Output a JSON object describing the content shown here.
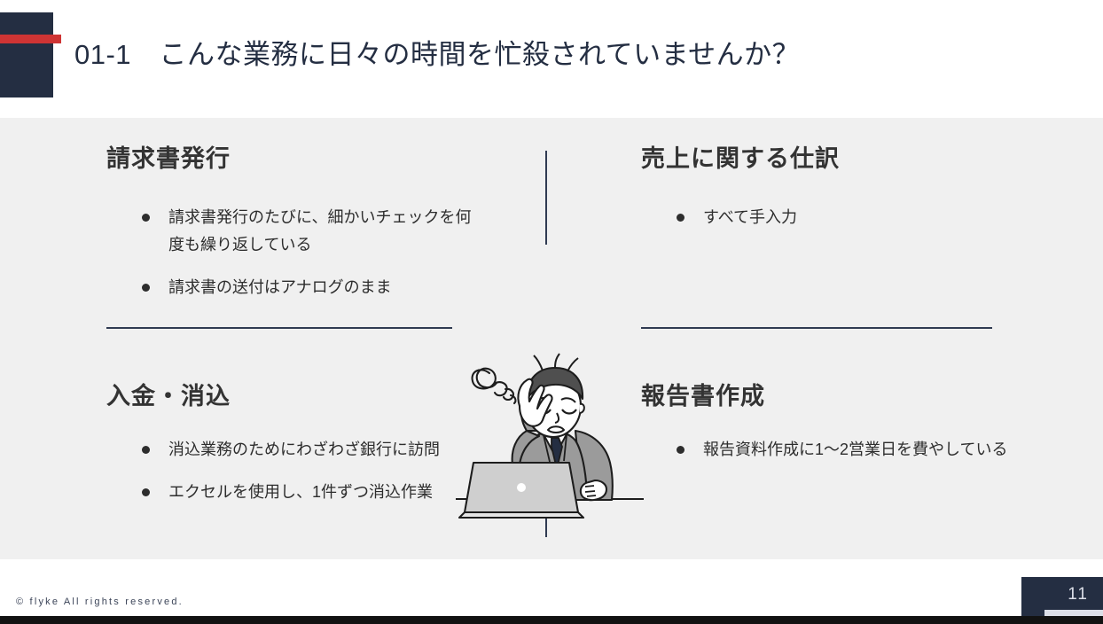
{
  "header": {
    "title": "01-1　こんな業務に日々の時間を忙殺されていませんか？",
    "logo_icon": "flyke-logo-mark",
    "colors": {
      "navy": "#242e42",
      "red": "#cf3434"
    }
  },
  "panel": {
    "background": "#f0f0f0",
    "divider_color": "#303b52"
  },
  "quadrants": [
    {
      "id": "invoice-issuance",
      "heading": "請求書発行",
      "bullets": [
        "請求書発行のたびに、細かいチェックを何度も繰り返している",
        "請求書の送付はアナログのまま"
      ]
    },
    {
      "id": "sales-journal-entries",
      "heading": "売上に関する仕訳",
      "bullets": [
        "すべて手入力"
      ]
    },
    {
      "id": "deposit-reconciliation",
      "heading": "入金・消込",
      "bullets": [
        "消込業務のためにわざわざ銀行に訪問",
        "エクセルを使用し、1件ずつ消込作業"
      ]
    },
    {
      "id": "report-creation",
      "heading": "報告書作成",
      "bullets": [
        "報告資料作成に1〜2営業日を費やしている"
      ]
    }
  ],
  "illustration": {
    "name": "stressed-businessman-at-laptop-illustration",
    "description": "線画イラスト：ノートパソコンの前で頭を抱える会社員と、頭上のもやもやした落書き雲"
  },
  "footer": {
    "copyright": "© flyke All rights reserved.",
    "page_number": "11",
    "badge_color": "#242e42",
    "accent_color": "#dcdfe8"
  }
}
